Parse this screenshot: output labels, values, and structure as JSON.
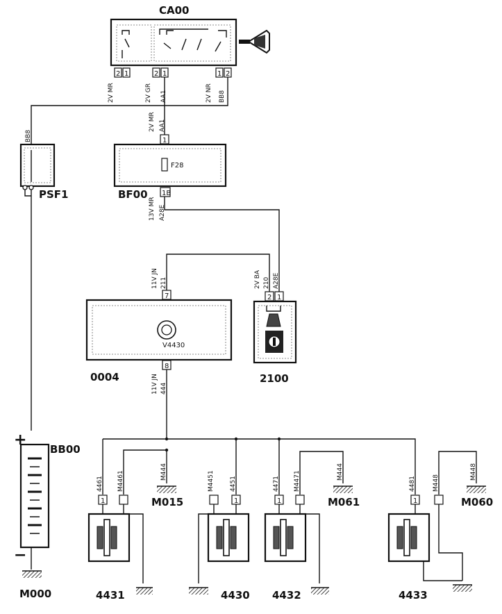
{
  "components": {
    "ca00": "CA00",
    "psf1": "PSF1",
    "bf00": "BF00",
    "fuse": "F28",
    "c0004": "0004",
    "v4430": "V4430",
    "c2100": "2100",
    "bb00": "BB00",
    "m000": "M000",
    "m015": "M015",
    "m061": "M061",
    "m060": "M060",
    "c4431": "4431",
    "c4430": "4430",
    "c4432": "4432",
    "c4433": "4433"
  },
  "battery": {
    "plus": "+",
    "minus": "−"
  },
  "ca00_pins": {
    "a1": "2",
    "a2": "1",
    "b1": "2",
    "b2": "1",
    "c1": "1",
    "c2": "2"
  },
  "ca00_wires": {
    "a_conn": "2V MR",
    "b_conn": "2V GR",
    "b_wire": "AA1",
    "c_conn": "2V NR",
    "c_wire": "BB8"
  },
  "psf1_wire": "BB8",
  "bf00": {
    "in_conn": "2V MR",
    "in_wire": "AA1",
    "in_pin": "1",
    "out_pin": "1B",
    "out_conn": "13V MR",
    "out_wire": "A28E"
  },
  "c0004": {
    "in_conn": "11V JN",
    "in_wire": "211",
    "in_pin": "7",
    "out_pin": "8",
    "out_conn": "11V JN",
    "out_wire": "444"
  },
  "c2100": {
    "conn": "2V BA",
    "wire_a": "210",
    "wire_b": "A28E",
    "pin_a": "2",
    "pin_b": "1"
  },
  "branch_wires": {
    "w4461": "4461",
    "wm4461": "M4461",
    "wm444_1": "M444",
    "wm4451": "M4451",
    "w4451": "4451",
    "w4471": "4471",
    "wm4471": "M4471",
    "wm444_2": "M444",
    "w4481": "4481",
    "wm448": "M448",
    "wm448b": "M448"
  },
  "branch_pins": {
    "p4431": "1",
    "p4430": "1",
    "p4432": "1",
    "p4433": "1"
  }
}
